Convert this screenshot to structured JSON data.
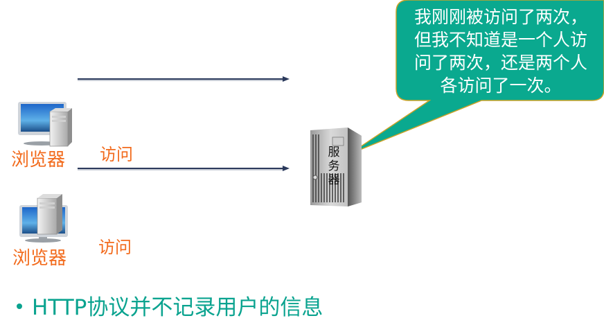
{
  "bubble": {
    "lines": [
      "我刚刚被访问了两次，",
      "但我不知道是一个人访",
      "问了两次，还是两个人",
      "各访问了一次。"
    ],
    "fill_color": "#0aa98f",
    "border_color": "#c9a227"
  },
  "clients": [
    {
      "label": "浏览器",
      "action": "访问"
    },
    {
      "label": "浏览器",
      "action": "访问"
    }
  ],
  "server": {
    "label_chars": [
      "服",
      "务",
      "器"
    ]
  },
  "arrows": [
    {
      "color": "#2b3a5c"
    },
    {
      "color": "#2b3a5c"
    }
  ],
  "bullet": {
    "text": "HTTP协议并不记录用户的信息",
    "color": "#0aa38f"
  },
  "colors": {
    "label_orange": "#f26b1d"
  }
}
